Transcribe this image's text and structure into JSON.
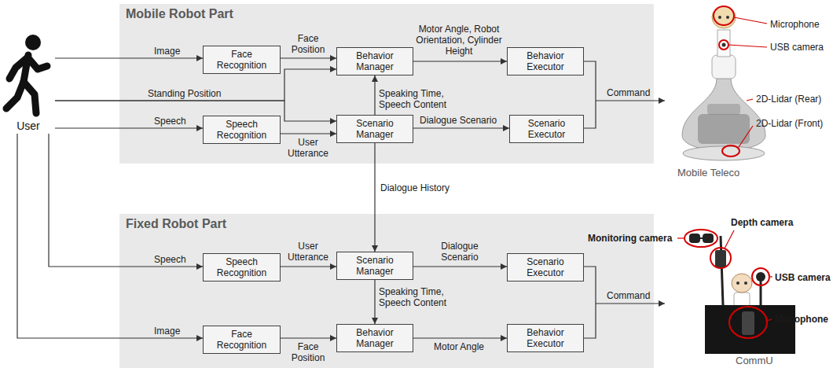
{
  "diagram": {
    "nodes": [
      {
        "text": [
          "User"
        ]
      },
      {
        "text": [
          "Mobile Robot Part"
        ]
      },
      {
        "text": [
          "Face Recognition"
        ],
        "in": 1
      },
      {
        "text": [
          "Behavior Manager"
        ],
        "in": 1
      },
      {
        "text": [
          "Behavior Executor"
        ],
        "in": 1
      },
      {
        "text": [
          "Speech Recognition"
        ],
        "in": 1
      },
      {
        "text": [
          "Scenario Manager"
        ],
        "in": 1
      },
      {
        "text": [
          "Scenario Executor"
        ],
        "in": 1
      },
      {
        "text": [
          "Fixed Robot Part"
        ]
      },
      {
        "text": [
          "Speech Recognition"
        ],
        "in": 8
      },
      {
        "text": [
          "Scenario Manager"
        ],
        "in": 8
      },
      {
        "text": [
          "Scenario Executor"
        ],
        "in": 8
      },
      {
        "text": [
          "Face Recognition"
        ],
        "in": 8
      },
      {
        "text": [
          "Behavior Manager"
        ],
        "in": 8
      },
      {
        "text": [
          "Behavior Executor"
        ],
        "in": 8
      }
    ],
    "edges": [
      {
        "from": 0,
        "to": 2,
        "label": "Image",
        "arrow": "to"
      },
      {
        "from": 0,
        "to": 3,
        "label": "Standing Position",
        "arrow": "to"
      },
      {
        "from": 0,
        "to": 6,
        "arrow": "to"
      },
      {
        "from": 0,
        "to": 5,
        "label": "Speech",
        "arrow": "to"
      },
      {
        "from": 2,
        "to": 3,
        "label": "Face Position",
        "arrow": "to"
      },
      {
        "from": 3,
        "to": 4,
        "label": "Motor Angle, Robot Orientation, Cylinder Height",
        "arrow": "to"
      },
      {
        "from": 6,
        "to": 3,
        "label": "Speaking Time, Speech Content",
        "arrow": "to"
      },
      {
        "from": 5,
        "to": 6,
        "label": "User Utterance",
        "arrow": "to"
      },
      {
        "from": 6,
        "to": 7,
        "label": "Dialogue Scenario",
        "arrow": "to"
      },
      {
        "from": 6,
        "to": 10,
        "label": "Dialogue History",
        "arrow": "to"
      },
      {
        "from": 0,
        "to": 9,
        "label": "Speech",
        "arrow": "to"
      },
      {
        "from": 0,
        "to": 12,
        "label": "Image",
        "arrow": "to"
      },
      {
        "from": 9,
        "to": 10,
        "label": "User Utterance",
        "arrow": "to"
      },
      {
        "from": 10,
        "to": 11,
        "label": "Dialogue Scenario",
        "arrow": "to"
      },
      {
        "from": 10,
        "to": 13,
        "label": "Speaking Time, Speech Content",
        "arrow": "to"
      },
      {
        "from": 12,
        "to": 13,
        "label": "Face Position",
        "arrow": "to"
      },
      {
        "from": 13,
        "to": 14,
        "label": "Motor Angle",
        "arrow": "to"
      }
    ],
    "labels": [
      "Command",
      "Command",
      "Microphone",
      "USB camera",
      "2D-Lidar (Rear)",
      "2D-Lidar (Front)",
      "Mobile Teleco",
      "Depth camera",
      "Monitoring camera",
      "USB camera",
      "Microphone",
      "CommU"
    ]
  }
}
